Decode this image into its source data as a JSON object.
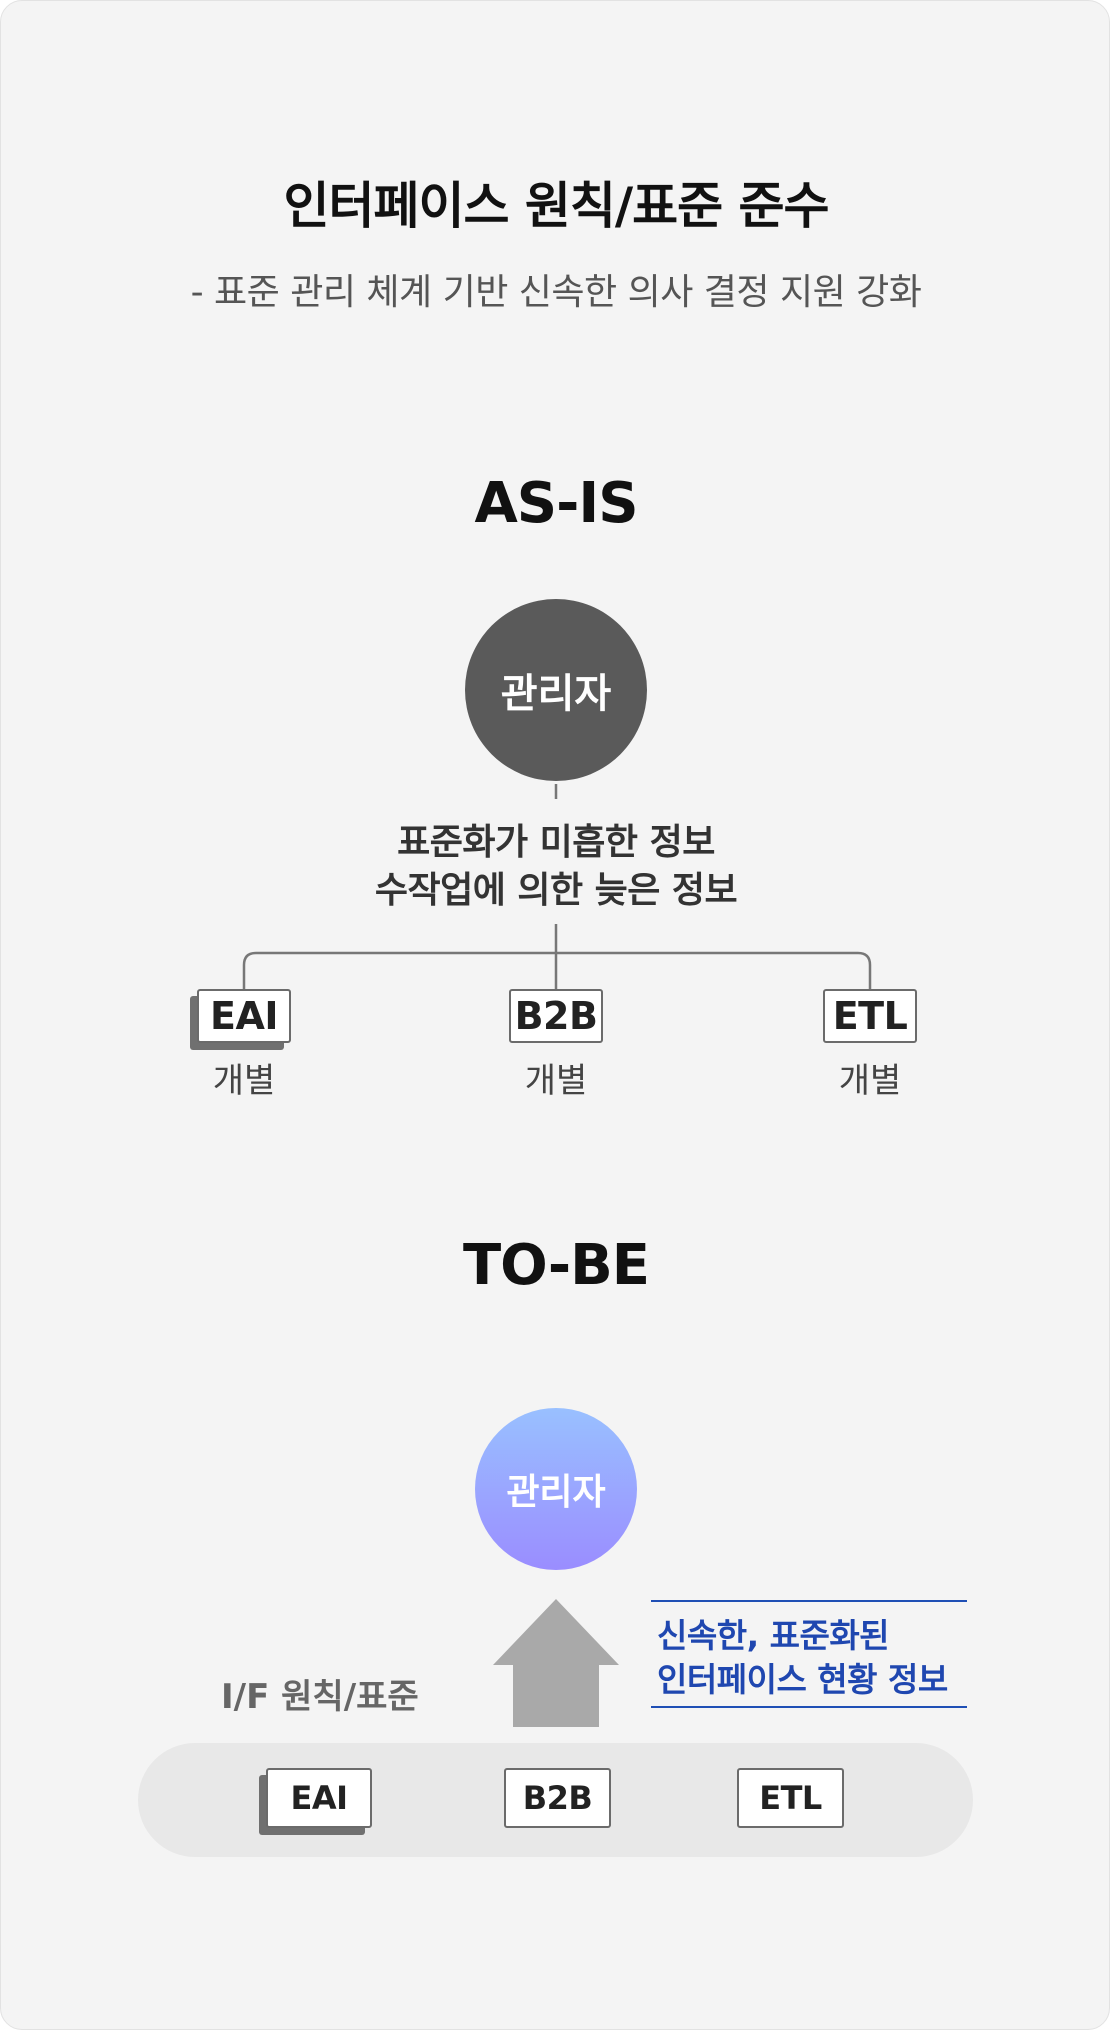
{
  "header": {
    "title": "인터페이스 원칙/표준 준수",
    "subtitle": "- 표준 관리 체계 기반 신속한 의사 결정 지원 강화"
  },
  "as_is": {
    "heading": "AS-IS",
    "manager_label": "관리자",
    "description": [
      "표준화가 미흡한 정보",
      "수작업에 의한 늦은 정보"
    ],
    "systems": [
      {
        "name": "EAI",
        "note": "개별"
      },
      {
        "name": "B2B",
        "note": "개별"
      },
      {
        "name": "ETL",
        "note": "개별"
      }
    ]
  },
  "to_be": {
    "heading": "TO-BE",
    "manager_label": "관리자",
    "info_box": [
      "신속한, 표준화된",
      "인터페이스 현황 정보"
    ],
    "platform_label": "I/F 원칙/표준",
    "systems": [
      {
        "name": "EAI"
      },
      {
        "name": "B2B"
      },
      {
        "name": "ETL"
      }
    ]
  },
  "colors": {
    "background": "#f4f4f4",
    "dark_circle": "#5a5a5a",
    "gradient_top": "#99c0ff",
    "gradient_bottom": "#9a8dff",
    "accent_blue": "#1f47b0",
    "arrow_gray": "#a9a9a9"
  }
}
